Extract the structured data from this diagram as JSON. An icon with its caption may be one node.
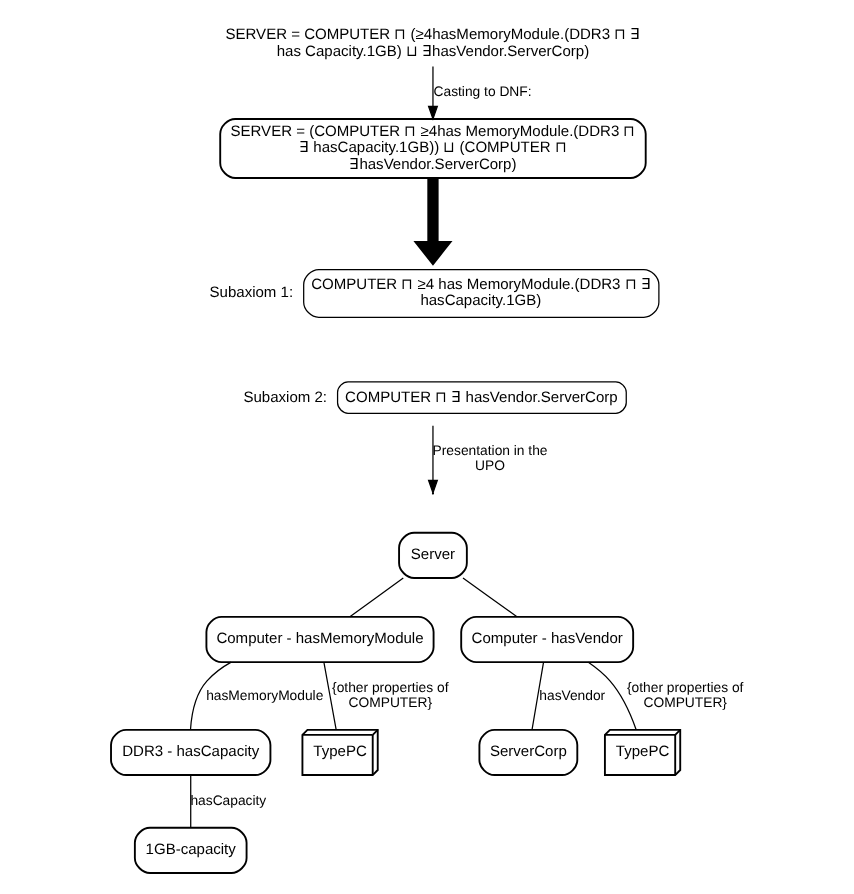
{
  "diagram": {
    "nodes": [
      {
        "text": [
          "SERVER = COMPUTER ⊓ (≥4hasMemoryModule.(DDR3 ⊓ ∃ has Capacity.1GB) ⊔ ∃hasVendor.ServerCorp)"
        ]
      },
      {
        "text": [
          "SERVER = (COMPUTER ⊓ ≥4has MemoryModule.(DDR3 ⊓ ∃ hasCapacity.1GB)) ⊔ (COMPUTER ⊓ ∃hasVendor.ServerCorp)"
        ]
      },
      {
        "text": [
          "COMPUTER ⊓ ≥4 has MemoryModule.(DDR3 ⊓ ∃ hasCapacity.1GB)"
        ],
        "beside": [
          "Subaxiom 1:"
        ]
      },
      {
        "text": [
          "COMPUTER ⊓ ∃ hasVendor.ServerCorp"
        ],
        "beside": [
          "Subaxiom 2:"
        ]
      },
      {
        "text": [
          "Server"
        ]
      },
      {
        "text": [
          "Computer - hasMemoryModule"
        ]
      },
      {
        "text": [
          "DDR3 - hasCapacity"
        ]
      },
      {
        "text": [
          "1GB-capacity"
        ]
      },
      {
        "text": [
          "Computer - hasVendor"
        ]
      },
      {
        "text": [
          "ServerCorp"
        ]
      },
      {
        "text": [
          "TypePC"
        ]
      },
      {
        "text": [
          "TypePC"
        ]
      }
    ],
    "edges": [
      {
        "from": 0,
        "to": 1,
        "arrow": "to",
        "label": "Casting to DNF:"
      },
      {
        "from": 1,
        "to": 2,
        "arrow": "to",
        "style": "thick"
      },
      {
        "from": 3,
        "to": null,
        "arrow": "to",
        "label": "Presentation in the UPO"
      },
      {
        "from": 4,
        "to": 5,
        "arrow": "none"
      },
      {
        "from": 4,
        "to": 8,
        "arrow": "none"
      },
      {
        "from": 5,
        "to": 6,
        "arrow": "none",
        "label": "hasMemoryModule"
      },
      {
        "from": 6,
        "to": 7,
        "arrow": "none",
        "label": "hasCapacity"
      },
      {
        "from": 8,
        "to": 9,
        "arrow": "none",
        "label": "hasVendor"
      },
      {
        "from": 5,
        "to": 10,
        "arrow": "none",
        "label": "{other properties of COMPUTER}"
      },
      {
        "from": 8,
        "to": 11,
        "arrow": "none",
        "label": "{other properties of COMPUTER}"
      }
    ]
  }
}
